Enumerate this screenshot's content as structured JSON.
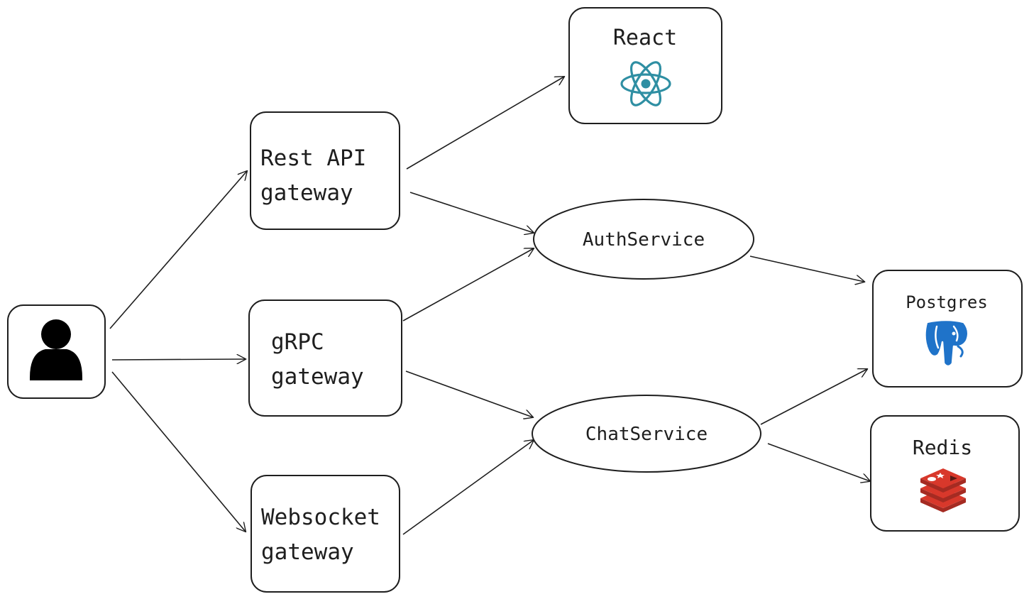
{
  "diagram": {
    "nodes": {
      "user": {
        "label": "",
        "icon": "user-icon"
      },
      "rest": {
        "line1": "Rest API",
        "line2": "gateway"
      },
      "grpc": {
        "line1": "gRPC",
        "line2": "gateway"
      },
      "websocket": {
        "line1": "Websocket",
        "line2": "gateway"
      },
      "react": {
        "label": "React",
        "icon": "react-logo-icon",
        "color": "#2f8fa3"
      },
      "auth": {
        "label": "AuthService"
      },
      "chat": {
        "label": "ChatService"
      },
      "postgres": {
        "label": "Postgres",
        "icon": "postgres-elephant-icon",
        "color": "#1f73c9"
      },
      "redis": {
        "label": "Redis",
        "icon": "redis-stack-icon",
        "color": "#d8382b"
      }
    },
    "edges": [
      {
        "from": "user",
        "to": "rest"
      },
      {
        "from": "user",
        "to": "grpc"
      },
      {
        "from": "user",
        "to": "websocket"
      },
      {
        "from": "rest",
        "to": "react"
      },
      {
        "from": "rest",
        "to": "auth"
      },
      {
        "from": "grpc",
        "to": "auth"
      },
      {
        "from": "grpc",
        "to": "chat"
      },
      {
        "from": "websocket",
        "to": "chat"
      },
      {
        "from": "auth",
        "to": "postgres"
      },
      {
        "from": "chat",
        "to": "postgres"
      },
      {
        "from": "chat",
        "to": "redis"
      }
    ]
  }
}
